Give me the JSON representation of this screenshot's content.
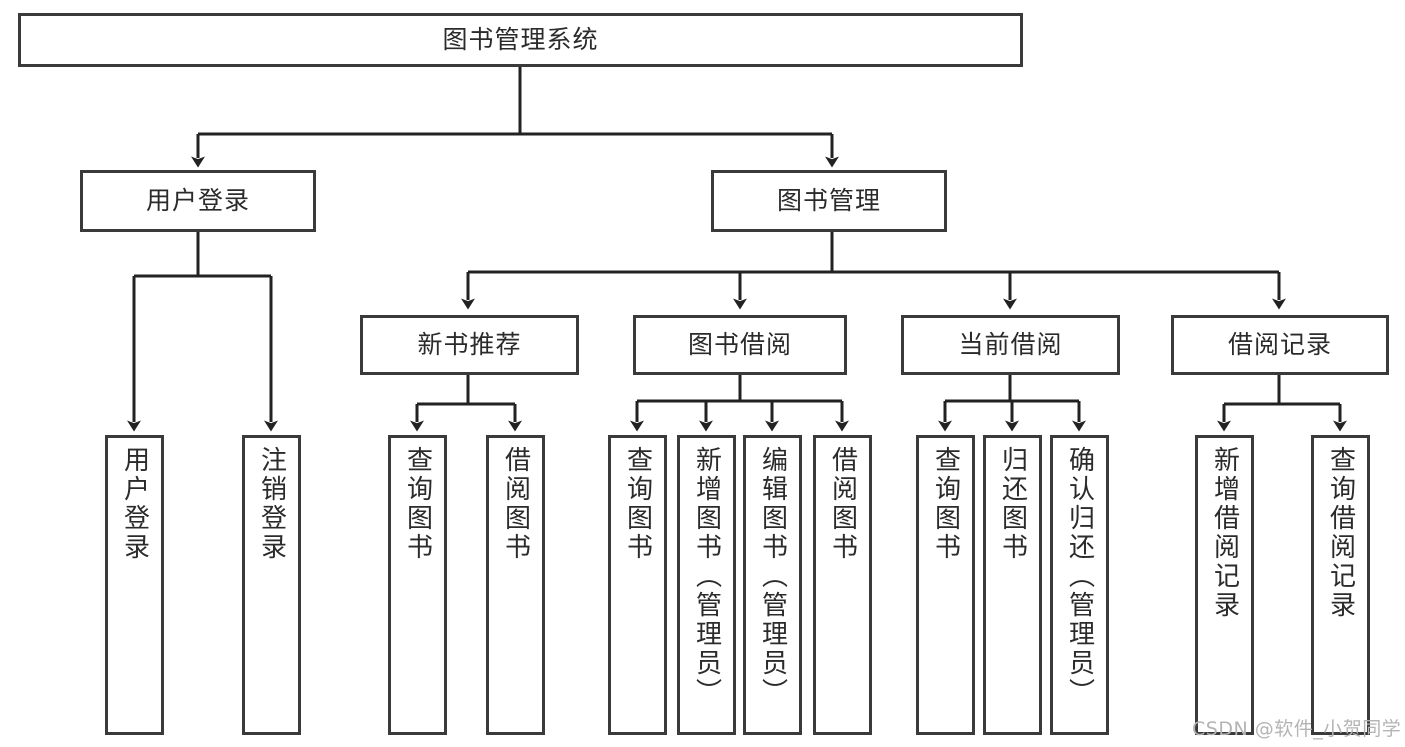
{
  "diagram": {
    "title": "图书管理系统",
    "type": "tree",
    "colors": {
      "box_border": "#3a3a3a",
      "box_fill": "#ffffff",
      "connector": "#222222",
      "watermark": "#b4b4b4",
      "background": "#ffffff"
    },
    "root": {
      "id": "root",
      "label": "图书管理系统"
    },
    "level2": [
      {
        "id": "user-login",
        "label": "用户登录"
      },
      {
        "id": "book-manage",
        "label": "图书管理"
      }
    ],
    "level3": [
      {
        "id": "new-book-rec",
        "label": "新书推荐"
      },
      {
        "id": "book-borrow",
        "label": "图书借阅"
      },
      {
        "id": "current-borrow",
        "label": "当前借阅"
      },
      {
        "id": "borrow-record",
        "label": "借阅记录"
      }
    ],
    "leaves": {
      "user-login": [
        {
          "id": "leaf-user-login",
          "label": "用户登录"
        },
        {
          "id": "leaf-logout-login",
          "label": "注销登录"
        }
      ],
      "new-book-rec": [
        {
          "id": "leaf-query-book-1",
          "label": "查询图书"
        },
        {
          "id": "leaf-borrow-book-1",
          "label": "借阅图书"
        }
      ],
      "book-borrow": [
        {
          "id": "leaf-query-book-2",
          "label": "查询图书"
        },
        {
          "id": "leaf-add-book",
          "label": "新增图书（管理员）"
        },
        {
          "id": "leaf-edit-book",
          "label": "编辑图书（管理员）"
        },
        {
          "id": "leaf-borrow-book-2",
          "label": "借阅图书"
        }
      ],
      "current-borrow": [
        {
          "id": "leaf-query-book-3",
          "label": "查询图书"
        },
        {
          "id": "leaf-return-book",
          "label": "归还图书"
        },
        {
          "id": "leaf-confirm-return",
          "label": "确认归还（管理员）"
        }
      ],
      "borrow-record": [
        {
          "id": "leaf-add-record",
          "label": "新增借阅记录"
        },
        {
          "id": "leaf-query-record",
          "label": "查询借阅记录"
        }
      ]
    }
  },
  "watermark": {
    "text": "CSDN @软件_小贺同学"
  }
}
